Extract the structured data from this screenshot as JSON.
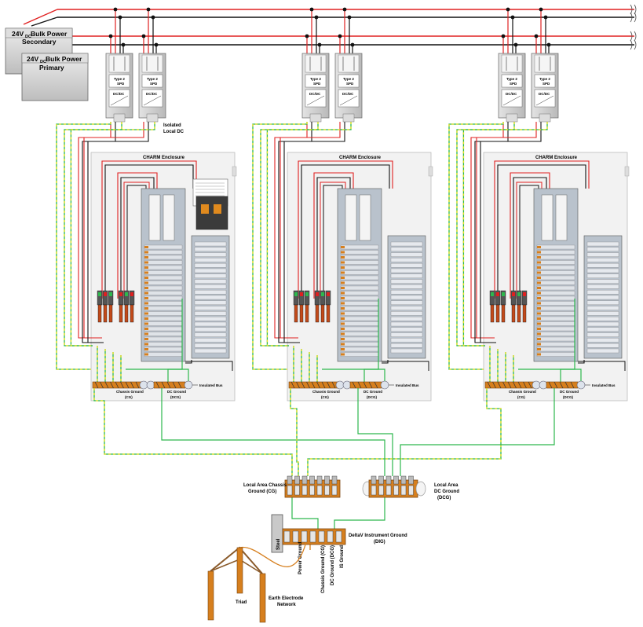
{
  "power_supplies": {
    "secondary": {
      "voltage": "24V",
      "subscript": "DC",
      "rest": " Bulk Power",
      "second_line": "Secondary"
    },
    "primary": {
      "voltage": "24V",
      "subscript": "DC",
      "rest": " Bulk Power",
      "second_line": "Primary"
    }
  },
  "module": {
    "spd_line1": "Type 2",
    "spd_line2": "SPD",
    "dcdc_label": "DC/DC"
  },
  "isolated_local_dc": {
    "line1": "Isolated",
    "line2": "Local DC"
  },
  "enclosures": [
    {
      "title": "CHARM Enclosure",
      "chassis_ground": "Chassis Ground",
      "cg_abbr": "(CG)",
      "dc_ground": "DC Ground",
      "dcg_abbr": "(DCG)",
      "insulated_bus": "Insulated Bus"
    },
    {
      "title": "CHARM Enclosure",
      "chassis_ground": "Chassis Ground",
      "cg_abbr": "(CG)",
      "dc_ground": "DC Ground",
      "dcg_abbr": "(DCG)",
      "insulated_bus": "Insulated Bus"
    },
    {
      "title": "CHARM Enclosure",
      "chassis_ground": "Chassis Ground",
      "cg_abbr": "(CG)",
      "dc_ground": "DC Ground",
      "dcg_abbr": "(DCG)",
      "insulated_bus": "Insulated Bus"
    }
  ],
  "local_area_chassis_ground": {
    "line1": "Local Area Chassis",
    "line2": "Ground (CG)"
  },
  "local_area_dc_ground": {
    "line1": "Local Area",
    "line2": "DC Ground",
    "line3": "(DCG)"
  },
  "steel_label": "Steel",
  "deltav_ground": {
    "line1": "DeltaV Instrument Ground",
    "line2": "(DIG)"
  },
  "dig_terminals": [
    "Power Ground",
    "Chassis Ground (CG)",
    "DC Ground (DCG)",
    "IS Ground"
  ],
  "triad_label": "Triad",
  "earth_electrode": {
    "line1": "Earth Electrode",
    "line2": "Network"
  },
  "colors": {
    "power_positive": "#e02020",
    "power_negative": "#111111",
    "ground_green": "#2db84d",
    "ground_yellow": "#e8e020",
    "bus_bar": "#d67f1e",
    "enclosure_bg": "#f2f2f2",
    "module_gray": "#c8c8c8"
  }
}
